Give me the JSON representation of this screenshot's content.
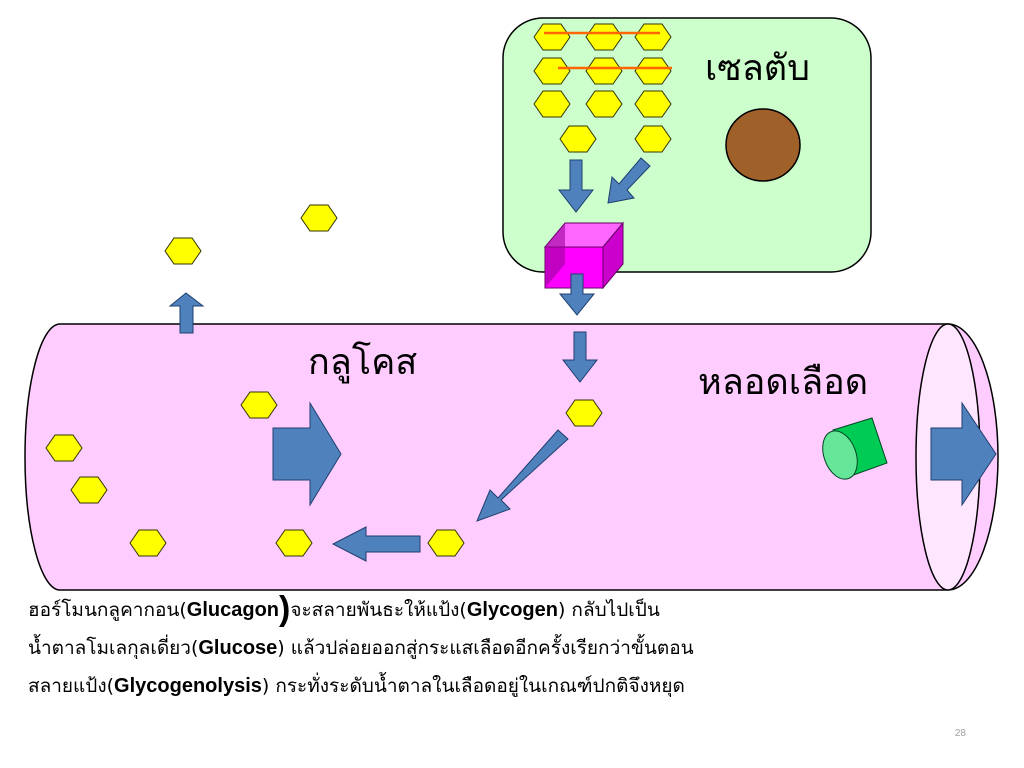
{
  "labels": {
    "liver_cell": "เซลตับ",
    "glucose": "กลูโคส",
    "blood_vessel": "หลอดเลือด"
  },
  "caption": {
    "line1_a": "ฮอร์โมนกลูคากอน(",
    "line1_b": "Glucagon",
    "line1_c": ")",
    "line1_d": "จะสลายพันธะให้แป้ง(",
    "line1_e": "Glycogen",
    "line1_f": ") กลับไปเป็น",
    "line2_a": "น้ำตาลโมเลกุลเดี่ยว(",
    "line2_b": "Glucose",
    "line2_c": ") แล้วปล่อยออกสู่กระแสเลือดอีกครั้งเรียกว่าขั้นตอน",
    "line3_a": "สลายแป้ง(",
    "line3_b": "Glycogenolysis",
    "line3_c": ") กระทั่งระดับน้ำตาลในเลือดอยู่ในเกณฑ์ปกติจึงหยุด"
  },
  "slide_number": "28",
  "colors": {
    "cell_fill": "#ccffcc",
    "vessel_fill": "#ffccff",
    "hexagon_fill": "#ffff00",
    "arrow_fill": "#4f81bd",
    "enzyme_box": "#ff00ff",
    "nucleus": "#a0602a",
    "receptor": "#33cc66",
    "glycogen_bond": "#ff6600"
  }
}
